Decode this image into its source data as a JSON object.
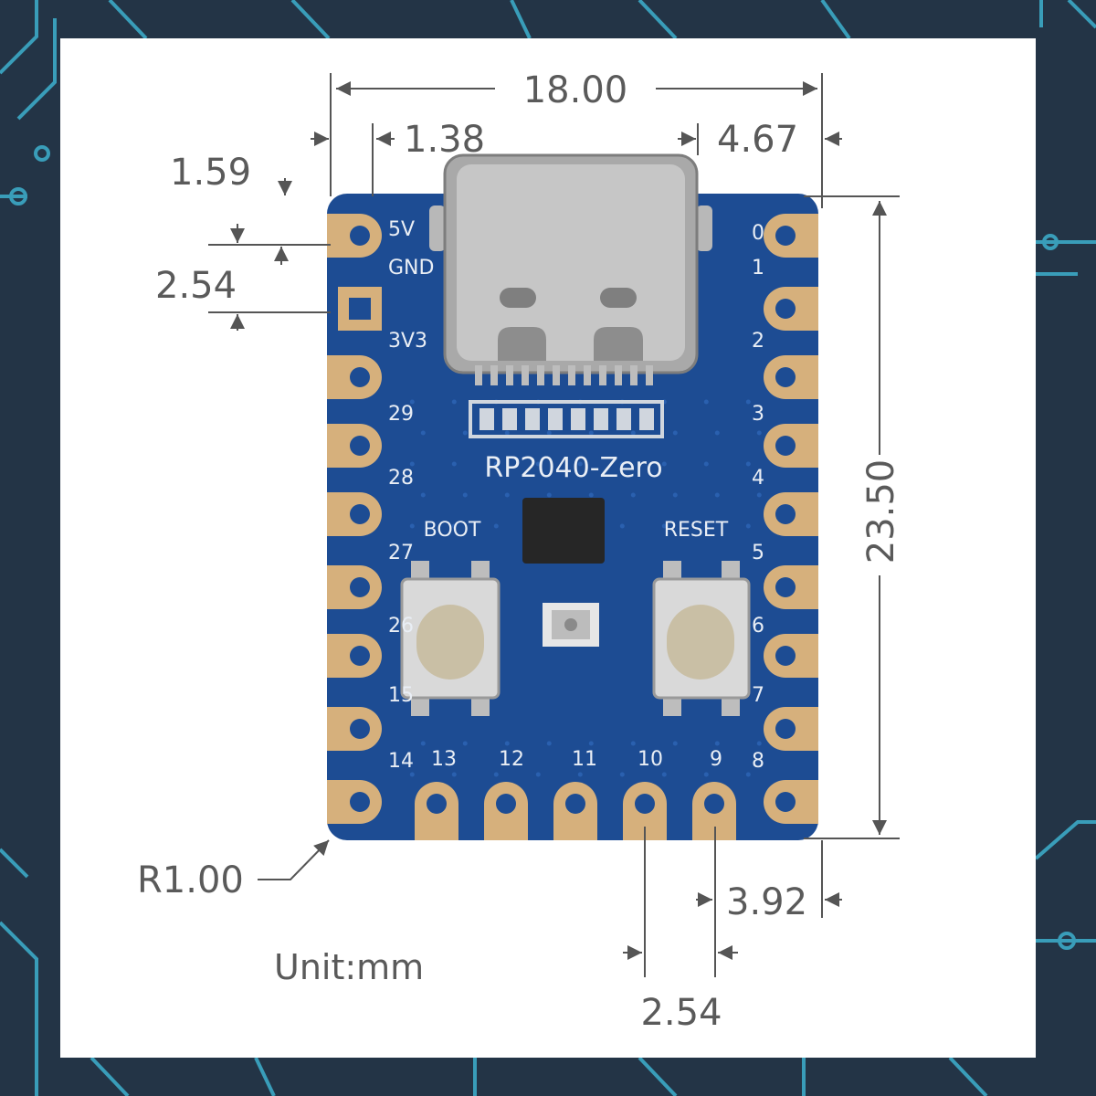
{
  "colors": {
    "background": "#233446",
    "circuit_lines": "#3fb8d6",
    "card": "#ffffff",
    "pcb": "#1d4c93",
    "pad": "#d6b07c",
    "dimension_lines": "#555555",
    "dimension_text": "#5a5a5a",
    "silkscreen": "#e9eef5"
  },
  "dimensions": {
    "width": "18.00",
    "left_offset": "1.38",
    "right_offset": "4.67",
    "top_offset": "1.59",
    "pin_pitch_left": "2.54",
    "height": "23.50",
    "corner_radius": "R1.00",
    "bottom_right": "3.92",
    "pin_pitch_bottom": "2.54"
  },
  "unit_label": "Unit:mm",
  "board": {
    "model": "RP2040-Zero",
    "boot_label": "BOOT",
    "reset_label": "RESET",
    "left_pins": [
      "5V",
      "GND",
      "3V3",
      "29",
      "28",
      "27",
      "26",
      "15",
      "14"
    ],
    "right_pins": [
      "0",
      "1",
      "2",
      "3",
      "4",
      "5",
      "6",
      "7",
      "8"
    ],
    "bottom_pins": [
      "13",
      "12",
      "11",
      "10",
      "9"
    ],
    "icons": [
      "usb-c-connector",
      "rp2040-chip",
      "rgb-led",
      "boot-button",
      "reset-button"
    ]
  }
}
